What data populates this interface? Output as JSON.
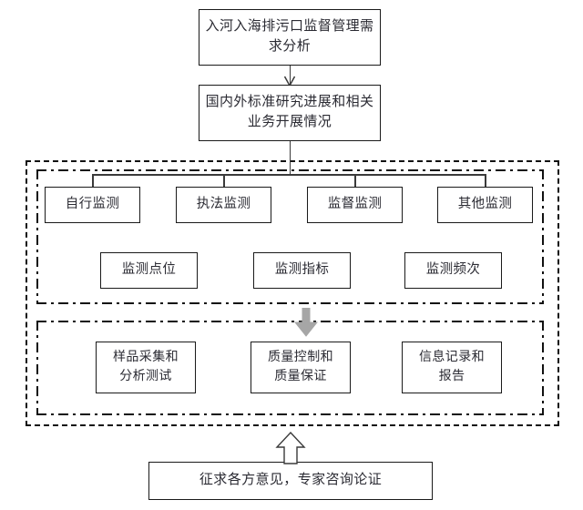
{
  "diagram": {
    "title_top": "入河入海排污口监督管理需求分析",
    "title_second": "国内外标准研究进展和相关业务开展情况",
    "monitor_types": [
      {
        "label": "自行监测"
      },
      {
        "label": "执法监测"
      },
      {
        "label": "监督监测"
      },
      {
        "label": "其他监测"
      }
    ],
    "monitor_elements": [
      {
        "label": "监测点位"
      },
      {
        "label": "监测指标"
      },
      {
        "label": "监测频次"
      }
    ],
    "procedures": [
      {
        "label": "样品采集和分析测试"
      },
      {
        "label": "质量控制和质量保证"
      },
      {
        "label": "信息记录和报告"
      }
    ],
    "footer": "征求各方意见，专家咨询论证",
    "icons": {
      "down_arrow": "block-down-arrow",
      "up_arrow": "block-up-arrow"
    },
    "colors": {
      "line": "#3a3a3a",
      "box_border": "#1a1a1a",
      "text": "#2b2b33",
      "block_arrow_fill": "#a6a6a6",
      "dashed_border": "#111111",
      "background": "#ffffff"
    }
  }
}
